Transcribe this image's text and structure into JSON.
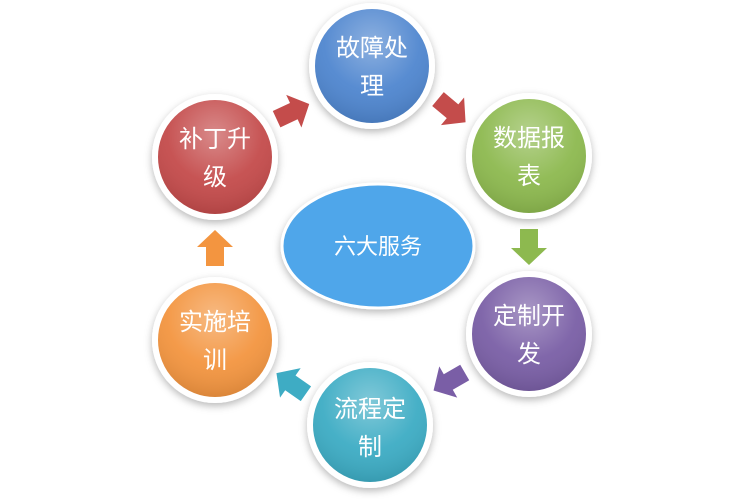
{
  "center": {
    "label": "六大服务",
    "color": "#4fa6ea"
  },
  "nodes": [
    {
      "id": "fault-handling",
      "line1": "故障处",
      "line2": "理",
      "color": "#4f86cf"
    },
    {
      "id": "data-reports",
      "line1": "数据报",
      "line2": "表",
      "color": "#8db94f"
    },
    {
      "id": "custom-development",
      "line1": "定制开",
      "line2": "发",
      "color": "#7a5ea6"
    },
    {
      "id": "process-customization",
      "line1": "流程定",
      "line2": "制",
      "color": "#3eacc4"
    },
    {
      "id": "implementation-training",
      "line1": "实施培",
      "line2": "训",
      "color": "#f39540"
    },
    {
      "id": "patch-upgrade",
      "line1": "补丁升",
      "line2": "级",
      "color": "#c44c4b"
    }
  ],
  "connectors": [
    {
      "from": "patch-upgrade",
      "to": "fault-handling",
      "color": "#c44c4b"
    },
    {
      "from": "fault-handling",
      "to": "data-reports",
      "color": "#c44c4b"
    },
    {
      "from": "data-reports",
      "to": "custom-development",
      "color": "#8db94f"
    },
    {
      "from": "custom-development",
      "to": "process-customization",
      "color": "#7a5ea6"
    },
    {
      "from": "process-customization",
      "to": "implementation-training",
      "color": "#3eacc4"
    },
    {
      "from": "implementation-training",
      "to": "patch-upgrade",
      "color": "#f39540"
    }
  ]
}
